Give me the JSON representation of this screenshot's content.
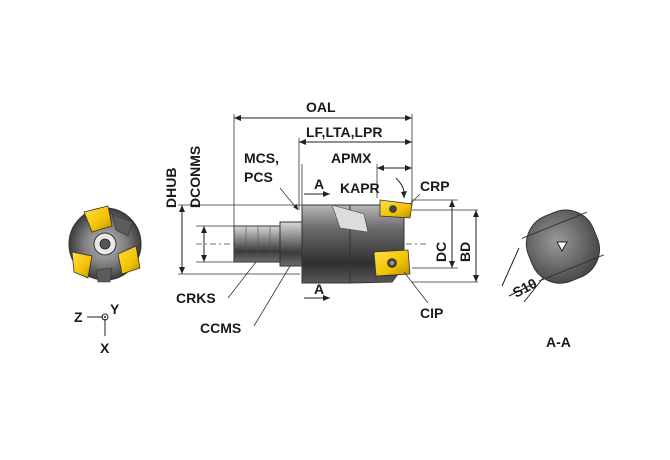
{
  "labels": {
    "oal": "OAL",
    "lf": "LF,LTA,LPR",
    "apmx": "APMX",
    "mcs1": "MCS,",
    "mcs2": "PCS",
    "a_top": "A",
    "kapr": "KAPR",
    "crp": "CRP",
    "dhub": "DHUB",
    "dconms": "DCONMS",
    "dc": "DC",
    "bd": "BD",
    "crks": "CRKS",
    "a_bottom": "A",
    "ccms": "CCMS",
    "cip": "CIP",
    "s10": "S10",
    "section": "A-A",
    "axis_z": "Z",
    "axis_y": "Y",
    "axis_x": "X"
  },
  "colors": {
    "insert_gold": "#f2c200",
    "body_dark": "#3d3d3d",
    "body_mid": "#7a7a7a",
    "body_light": "#c8c8c8",
    "line": "#222222"
  }
}
